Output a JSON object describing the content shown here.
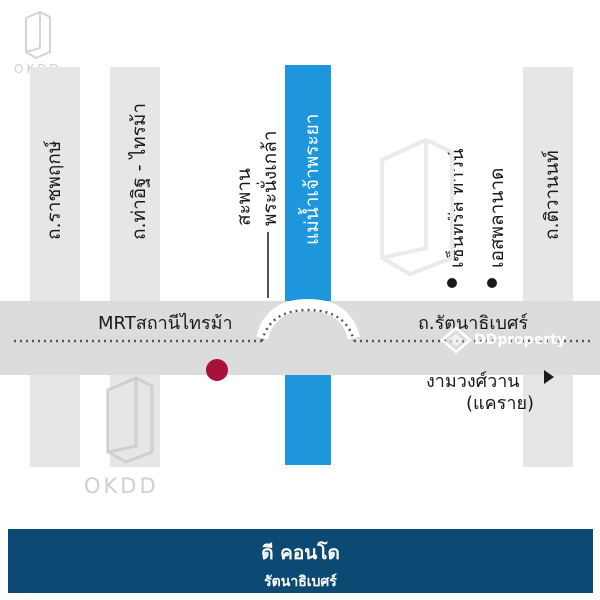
{
  "roads": {
    "ratchaphruek": "ถ.ราชพฤกษ์",
    "tha_it_sai_ma": "ถ.ท่าอิฐ - ไทรม้า",
    "tiwanon": "ถ.ติวานนท์",
    "rattanathibet": "ถ.รัตนาธิเบศร์"
  },
  "river": "แม่น้ำเจ้าพระยา",
  "bridge": {
    "line1": "สะพาน",
    "line2": "พระนั่งเกล้า"
  },
  "landmarks": {
    "central": "เซ็นทรัล ทาวน์",
    "esplanade": "เอสพลานาด"
  },
  "station": {
    "label": "MRTสถานีไทรม้า"
  },
  "direction": {
    "line1": "งามวงศ์วาน",
    "line2": "(แคราย)"
  },
  "watermarks": {
    "okdd": "OKDD",
    "ddproperty": "DDproperty"
  },
  "footer": {
    "title": "ดี คอนโด",
    "subtitle": "รัตนาธิเบศร์"
  },
  "colors": {
    "river": "#1e96db",
    "station": "#a8123a",
    "footer": "#0d4a73"
  }
}
